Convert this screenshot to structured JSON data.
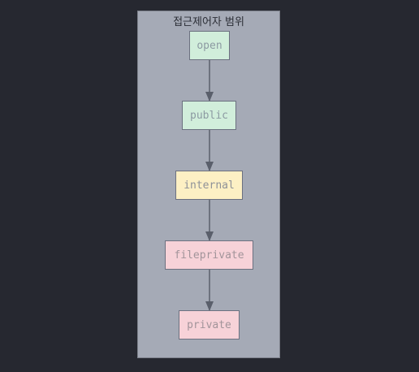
{
  "diagram": {
    "title": "접근제어자 범위",
    "nodes": [
      {
        "id": "open",
        "label": "open",
        "fill": "#d1eedb",
        "text": "#8c9aa2"
      },
      {
        "id": "public",
        "label": "public",
        "fill": "#d1eedb",
        "text": "#8c9aa2"
      },
      {
        "id": "internal",
        "label": "internal",
        "fill": "#fdf0c4",
        "text": "#8e9198"
      },
      {
        "id": "fileprivate",
        "label": "fileprivate",
        "fill": "#f7d2d8",
        "text": "#a2949a"
      },
      {
        "id": "private",
        "label": "private",
        "fill": "#f7d2d8",
        "text": "#a2949a"
      }
    ],
    "edges": [
      [
        "open",
        "public"
      ],
      [
        "public",
        "internal"
      ],
      [
        "internal",
        "fileprivate"
      ],
      [
        "fileprivate",
        "private"
      ]
    ],
    "colors": {
      "background": "#262830",
      "cluster_fill": "#a5aab6",
      "edge": "#5a5f6b"
    }
  }
}
